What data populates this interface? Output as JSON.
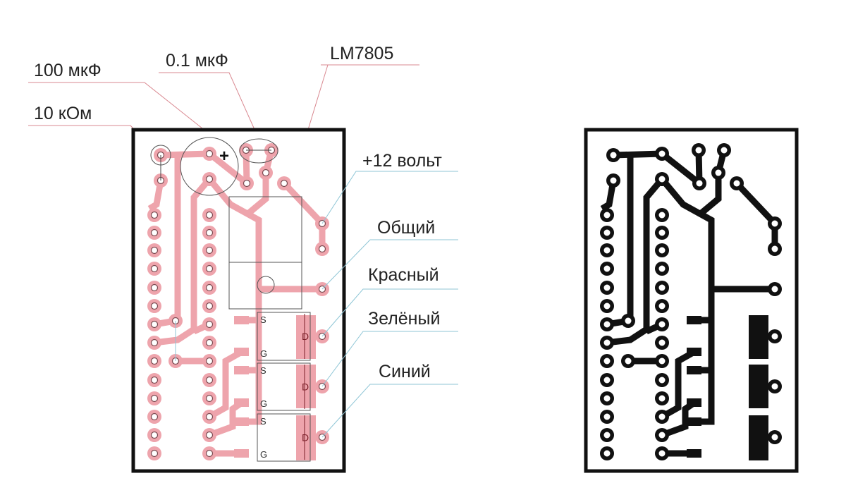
{
  "labels": {
    "c100": "100 мкФ",
    "c01": "0.1 мкФ",
    "reg": "LM7805",
    "r10k": "10 кОм",
    "v12": "+12 вольт",
    "common": "Общий",
    "red": "Красный",
    "green": "Зелёный",
    "blue": "Синий"
  },
  "markings": {
    "plus": "+",
    "source": "S",
    "gate": "G",
    "drain": "D"
  },
  "colors": {
    "copper_left": "#eea4ac",
    "copper_right": "#111111",
    "leader_red": "#d98890",
    "leader_blue": "#8fc6d6"
  }
}
